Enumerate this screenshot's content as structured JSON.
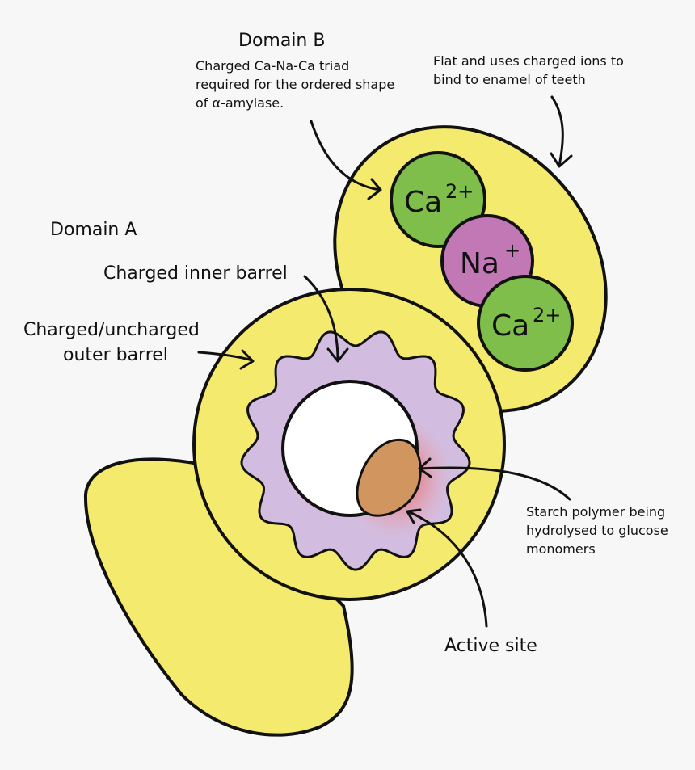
{
  "labels": {
    "domain_b": "Domain B",
    "domain_a": "Domain A",
    "triad_line1": "Charged Ca-Na-Ca triad",
    "triad_line2": "required for the ordered shape",
    "triad_line3": "of   α-amylase.",
    "flat_line1": "Flat and uses charged ions to",
    "flat_line2": "bind to enamel of teeth",
    "inner_barrel": "Charged inner barrel",
    "outer_barrel_line1": "Charged/uncharged",
    "outer_barrel_line2": "outer barrel",
    "starch_line1": "Starch polymer being",
    "starch_line2": "hydrolysed to glucose",
    "starch_line3": "monomers",
    "active_site": "Active site"
  },
  "ions": [
    {
      "symbol": "Ca",
      "charge": "2+",
      "color": "#7fbe4b"
    },
    {
      "symbol": "Na",
      "charge": "+",
      "color": "#c178b5"
    },
    {
      "symbol": "Ca",
      "charge": "2+",
      "color": "#7fbe4b"
    }
  ],
  "colors": {
    "background": "#f7f7f7",
    "domain_fill": "#f4ea6e",
    "outer_barrel": "#d2bde0",
    "inner_barrel": "#ffffff",
    "starch": "#d19660",
    "active_site_glow": "#e8474c",
    "outline": "#111111"
  }
}
